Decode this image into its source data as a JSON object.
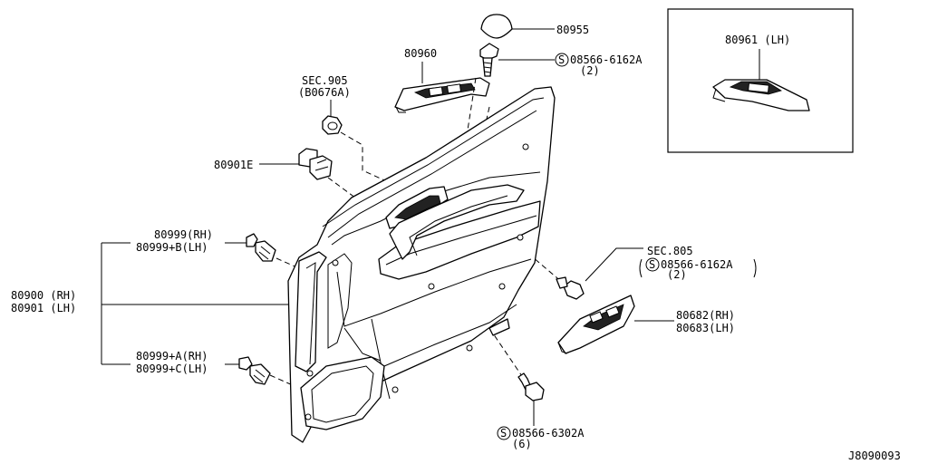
{
  "callouts": {
    "c80955": "80955",
    "c80960": "80960",
    "screw_top": "08566-6162A",
    "screw_top_qty": "(2)",
    "sec905_a": "SEC.905",
    "sec905_b": "(B0676A)",
    "c80901e": "80901E",
    "c80999rh": "80999(RH)",
    "c80999blh": "80999+B(LH)",
    "c80900rh": "80900 (RH)",
    "c80901lh": "80901 (LH)",
    "c80999arh": "80999+A(RH)",
    "c80999clh": "80999+C(LH)",
    "sec805": "SEC.805",
    "screw_mid": "08566-6162A",
    "screw_mid_qty": "(2)",
    "c80682rh": "80682(RH)",
    "c80683lh": "80683(LH)",
    "screw_bot": "08566-6302A",
    "screw_bot_qty": "(6)",
    "inset_label": "80961 (LH)",
    "s_symbol": "S",
    "diagram_id": "J8090093"
  }
}
